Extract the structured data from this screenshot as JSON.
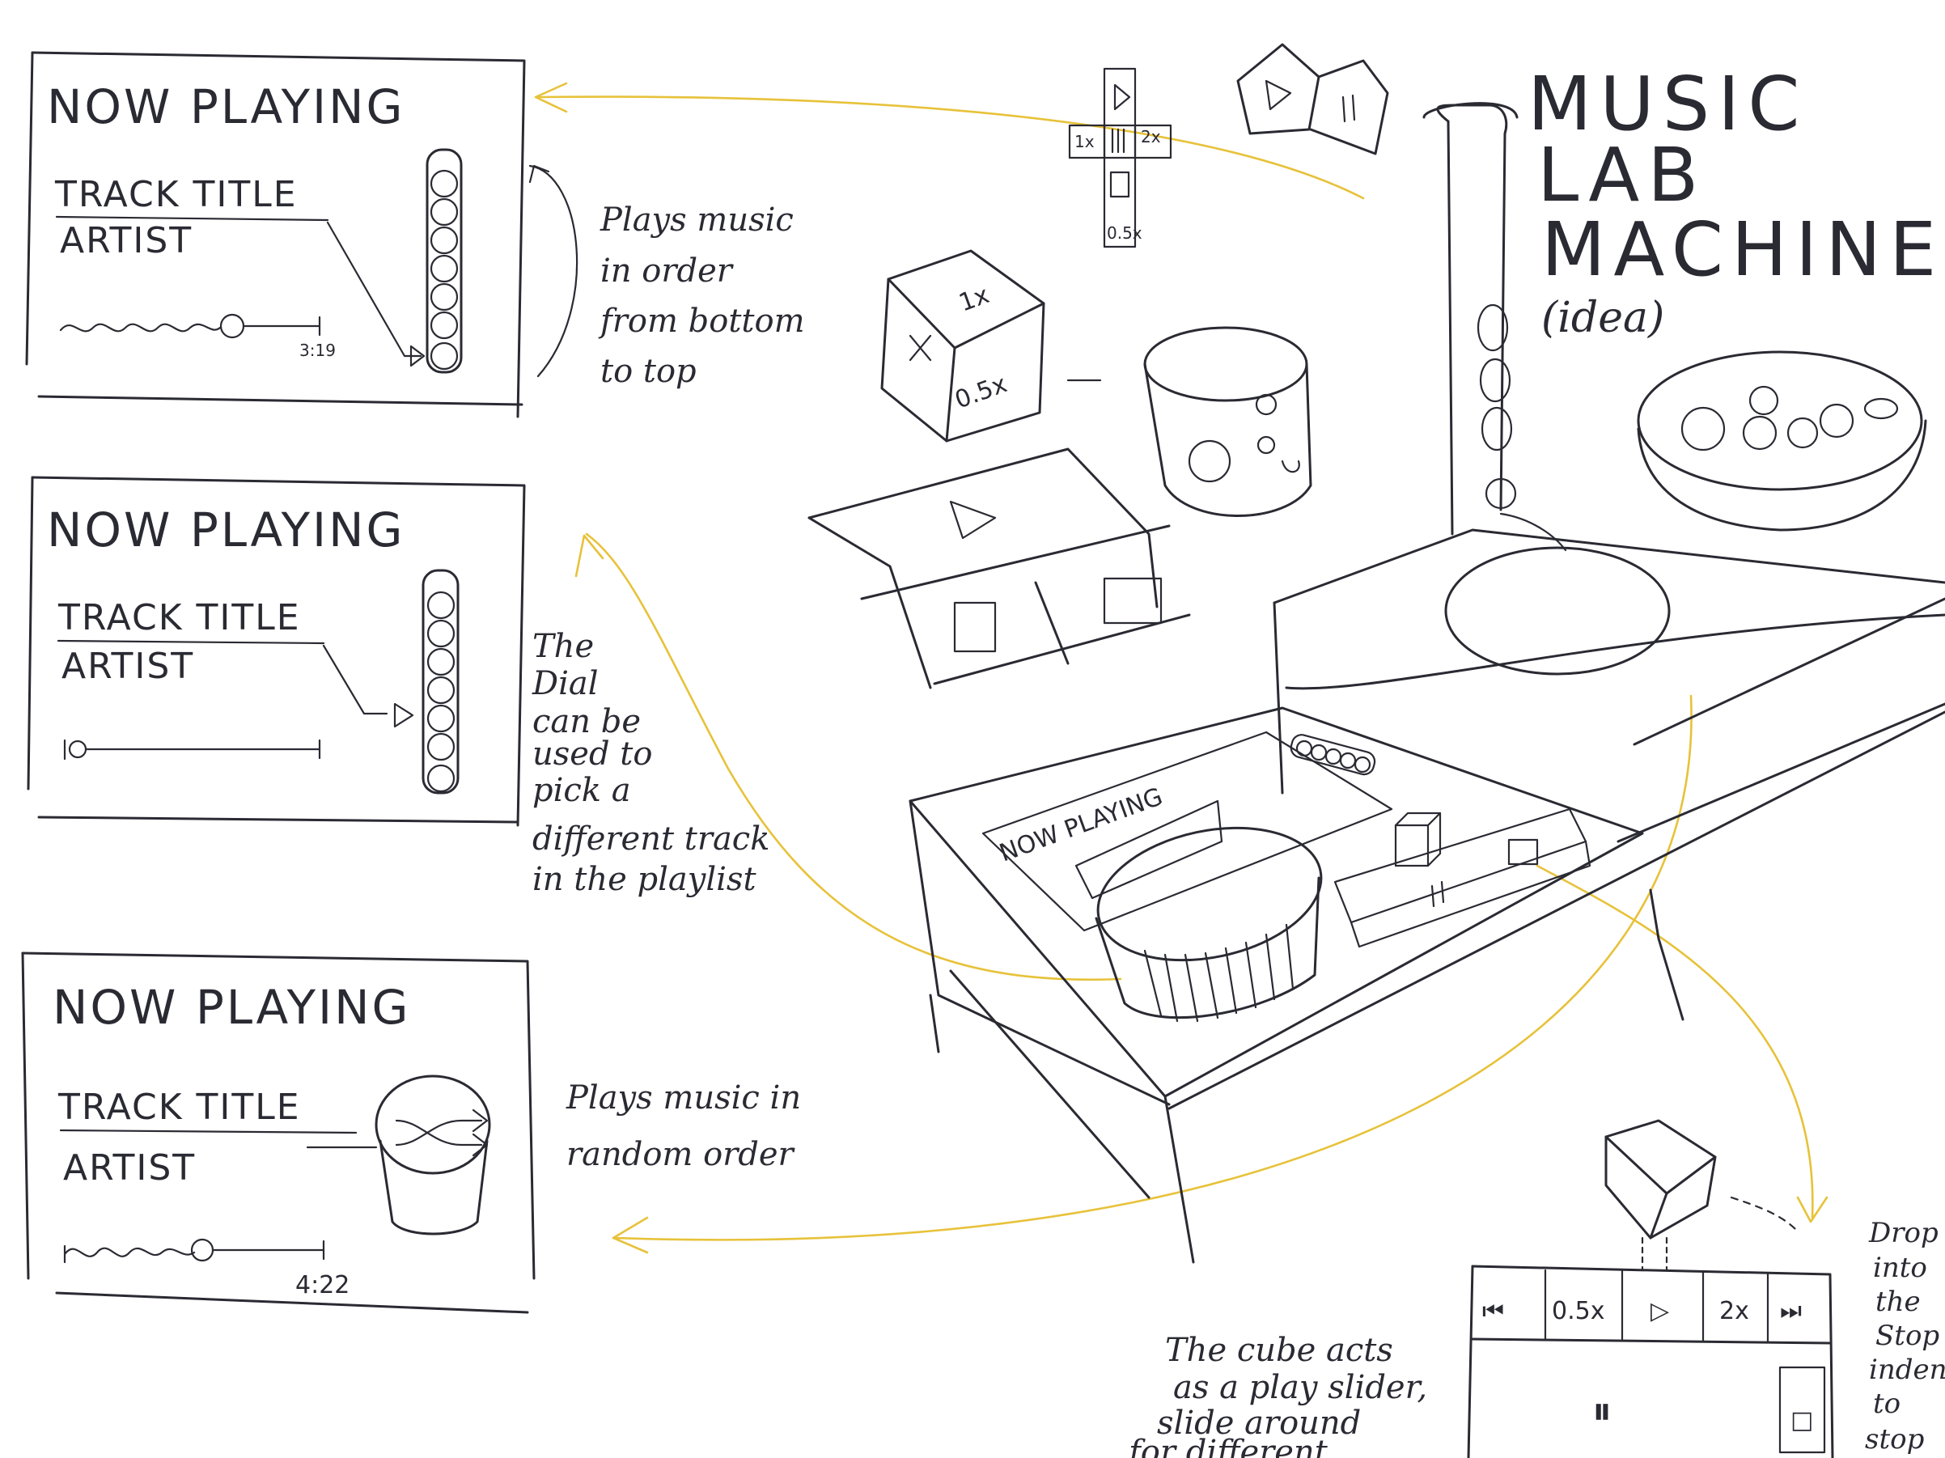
{
  "title": {
    "lines": [
      "MUSIC",
      "LAB",
      "MACHINE",
      "(idea)"
    ]
  },
  "screens": [
    {
      "heading": "NOW PLAYING",
      "track": "TRACK TITLE",
      "artist": "ARTIST",
      "time": "3:19"
    },
    {
      "heading": "NOW PLAYING",
      "track": "TRACK TITLE",
      "artist": "ARTIST"
    },
    {
      "heading": "NOW PLAYING",
      "track": "TRACK TITLE",
      "artist": "ARTIST",
      "time": "4:22"
    }
  ],
  "notes": {
    "order": [
      "Plays music",
      "in order",
      "from bottom",
      "to top"
    ],
    "dial": [
      "The",
      "Dial",
      "can be",
      "used to",
      "pick a",
      "different track",
      "in the playlist"
    ],
    "random": [
      "Plays music in",
      "random order"
    ],
    "cube": [
      "The cube acts",
      "as a play slider,",
      "slide around",
      "for different"
    ],
    "drop": [
      "Drop it",
      "into",
      "the",
      "Stop",
      "indent",
      "to",
      "stop"
    ]
  },
  "controls": {
    "strip": [
      "1x",
      "2x",
      "0.5x"
    ],
    "cube_faces": [
      "1x",
      "0.5x"
    ],
    "panel_top": [
      "⏮",
      "0.5x",
      "▷",
      "2x",
      "⏭"
    ],
    "pause": "⏸",
    "stop": "□"
  },
  "machine_screen": "NOW PLAYING",
  "colors": {
    "ink": "#2a2a33",
    "arrow": "#e7c23a",
    "paper": "#ffffff"
  }
}
